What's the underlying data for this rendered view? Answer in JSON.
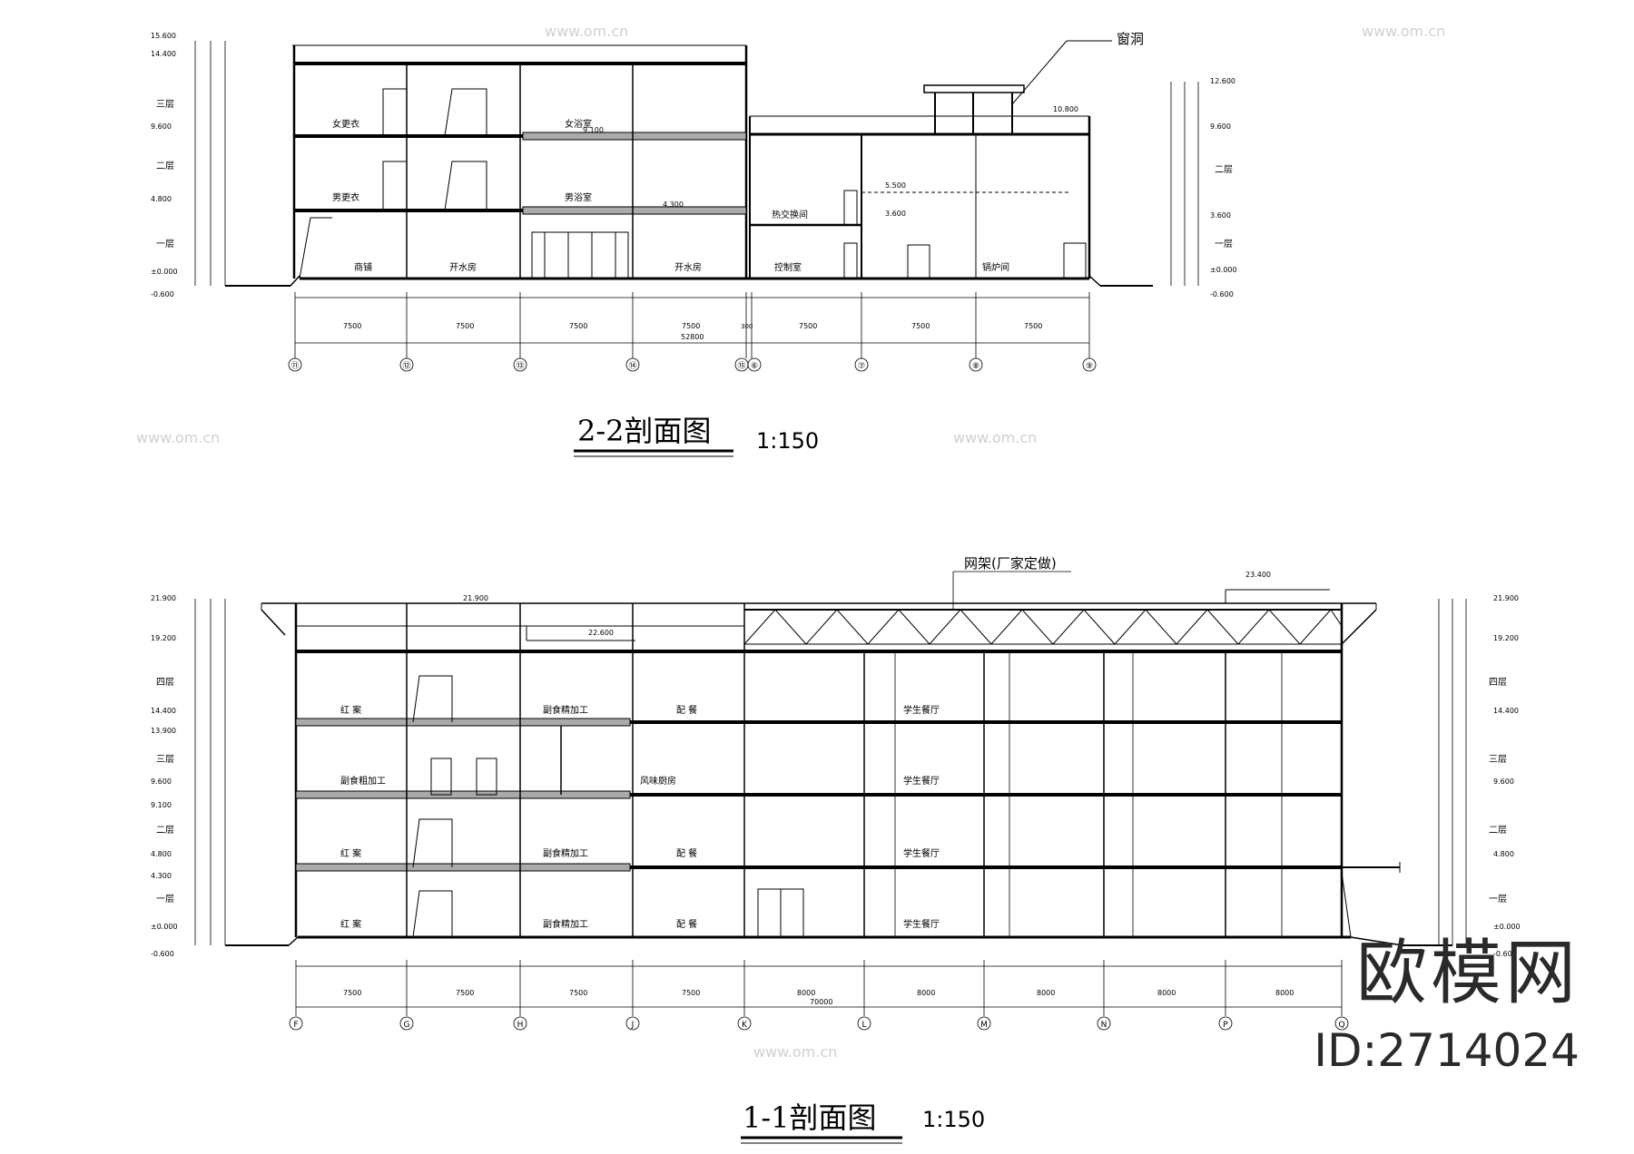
{
  "watermark": {
    "brand": "欧模网",
    "id": "ID:2714024",
    "site": "www.om.cn"
  },
  "section_22": {
    "title": "2-2剖面图",
    "scale": "1:150",
    "note_window": "窗洞",
    "left_elevations": [
      "15.600",
      "14.400",
      "9.600",
      "4.800",
      "±0.000",
      "-0.600"
    ],
    "right_elevations": [
      "12.600",
      "9.600",
      "3.600",
      "±0.000",
      "-0.600"
    ],
    "left_floors": [
      "三层",
      "二层",
      "一层"
    ],
    "right_floors": [
      "二层",
      "一层"
    ],
    "level_marks": [
      "10.800",
      "9.100",
      "5.500",
      "4.300",
      "3.600"
    ],
    "rooms_l3": [
      "女更衣",
      "女浴室"
    ],
    "rooms_l2": [
      "男更衣",
      "男浴室"
    ],
    "rooms_l1": [
      "商铺",
      "开水房",
      "开水房",
      "控制室",
      "热交换间",
      "锅炉间"
    ],
    "bay_dims": [
      "7500",
      "7500",
      "7500",
      "7500",
      "300",
      "7500",
      "7500",
      "7500"
    ],
    "total_dim": "52800",
    "axes": [
      "⑪",
      "⑫",
      "⑬",
      "⑭",
      "⑮",
      "⑥",
      "⑦",
      "⑧",
      "⑨"
    ]
  },
  "section_11": {
    "title": "1-1剖面图",
    "scale": "1:150",
    "note_truss": "网架(厂家定做)",
    "left_elevations": [
      "21.900",
      "19.200",
      "14.400",
      "13.900",
      "9.600",
      "9.100",
      "4.800",
      "4.300",
      "±0.000",
      "-0.600"
    ],
    "right_elevations": [
      "21.900",
      "19.200",
      "14.400",
      "9.600",
      "4.800",
      "±0.000",
      "-0.600"
    ],
    "floors": [
      "四层",
      "三层",
      "二层",
      "一层"
    ],
    "level_marks": [
      "21.900",
      "22.600",
      "23.400"
    ],
    "rooms_l4": [
      "红 案",
      "副食精加工",
      "配 餐",
      "学生餐厅"
    ],
    "rooms_l3": [
      "副食粗加工",
      "风味厨房",
      "学生餐厅"
    ],
    "rooms_l2": [
      "红 案",
      "副食精加工",
      "配 餐",
      "学生餐厅"
    ],
    "rooms_l1": [
      "红 案",
      "副食精加工",
      "配 餐",
      "学生餐厅"
    ],
    "bay_dims": [
      "7500",
      "7500",
      "7500",
      "7500",
      "8000",
      "8000",
      "8000",
      "8000",
      "8000"
    ],
    "total_dim": "70000",
    "axes": [
      "F",
      "G",
      "H",
      "J",
      "K",
      "L",
      "M",
      "N",
      "P",
      "Q"
    ]
  }
}
